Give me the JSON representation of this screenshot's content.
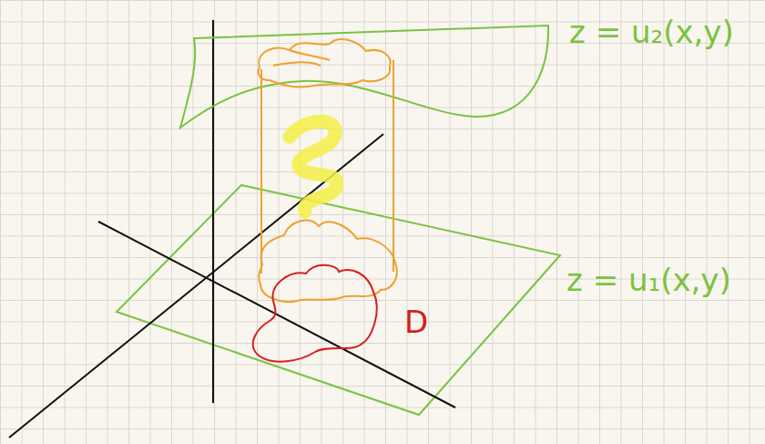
{
  "diagram": {
    "labels": [
      "z = u₂(x,y)",
      "z = u₁(x,y)",
      "D"
    ]
  }
}
